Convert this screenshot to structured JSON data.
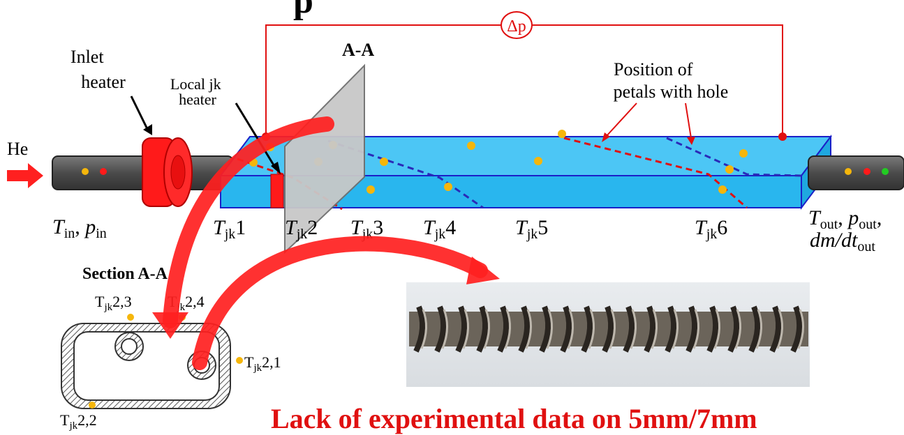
{
  "labels": {
    "top_partial": "p",
    "delta_p": "Δp",
    "section_title": "A-A",
    "inlet_heater": [
      "Inlet",
      "heater"
    ],
    "local_heater": [
      "Local jk",
      "heater"
    ],
    "petals": [
      "Position of",
      "petals with hole"
    ],
    "gas": "He",
    "section_heading": "Section A-A",
    "bottom_banner": "Lack of experimental data on 5mm/7mm"
  },
  "inlet_sensor": {
    "T": "T",
    "T_sub": "in",
    "sep": ", ",
    "p": "p",
    "p_sub": "in"
  },
  "outlet_sensor": {
    "T": "T",
    "T_sub": "out",
    "p": "p",
    "p_sub": "out",
    "dm": "dm/dt",
    "dm_sub": "out"
  },
  "thermocouples": [
    {
      "T": "T",
      "sub": "jk",
      "num": "1"
    },
    {
      "T": "T",
      "sub": "jk",
      "num": "2"
    },
    {
      "T": "T",
      "sub": "jk",
      "num": "3"
    },
    {
      "T": "T",
      "sub": "jk",
      "num": "4"
    },
    {
      "T": "T",
      "sub": "jk",
      "num": "5"
    },
    {
      "T": "T",
      "sub": "jk",
      "num": "6"
    }
  ],
  "section_sensors": [
    {
      "T": "T",
      "sub": "jk",
      "num": "2,3"
    },
    {
      "T": "T",
      "sub": "jk",
      "num": "2,4"
    },
    {
      "T": "T",
      "sub": "jk",
      "num": "2,1"
    },
    {
      "T": "T",
      "sub": "jk",
      "num": "2,2"
    }
  ],
  "colors": {
    "channel": "#29b6ee",
    "channel_edge": "#1b20c8",
    "heater": "#ff1a1a",
    "pipe": "#555555",
    "sensor_orange": "#f5b60b",
    "arrow_red": "#ff2020",
    "banner_red": "#e01010"
  }
}
